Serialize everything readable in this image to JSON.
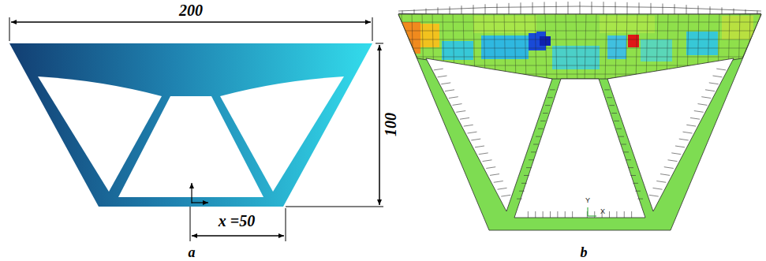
{
  "diagram": {
    "labels": [
      "200",
      "100",
      "x =50",
      "a",
      "Y",
      "X",
      "b"
    ]
  }
}
